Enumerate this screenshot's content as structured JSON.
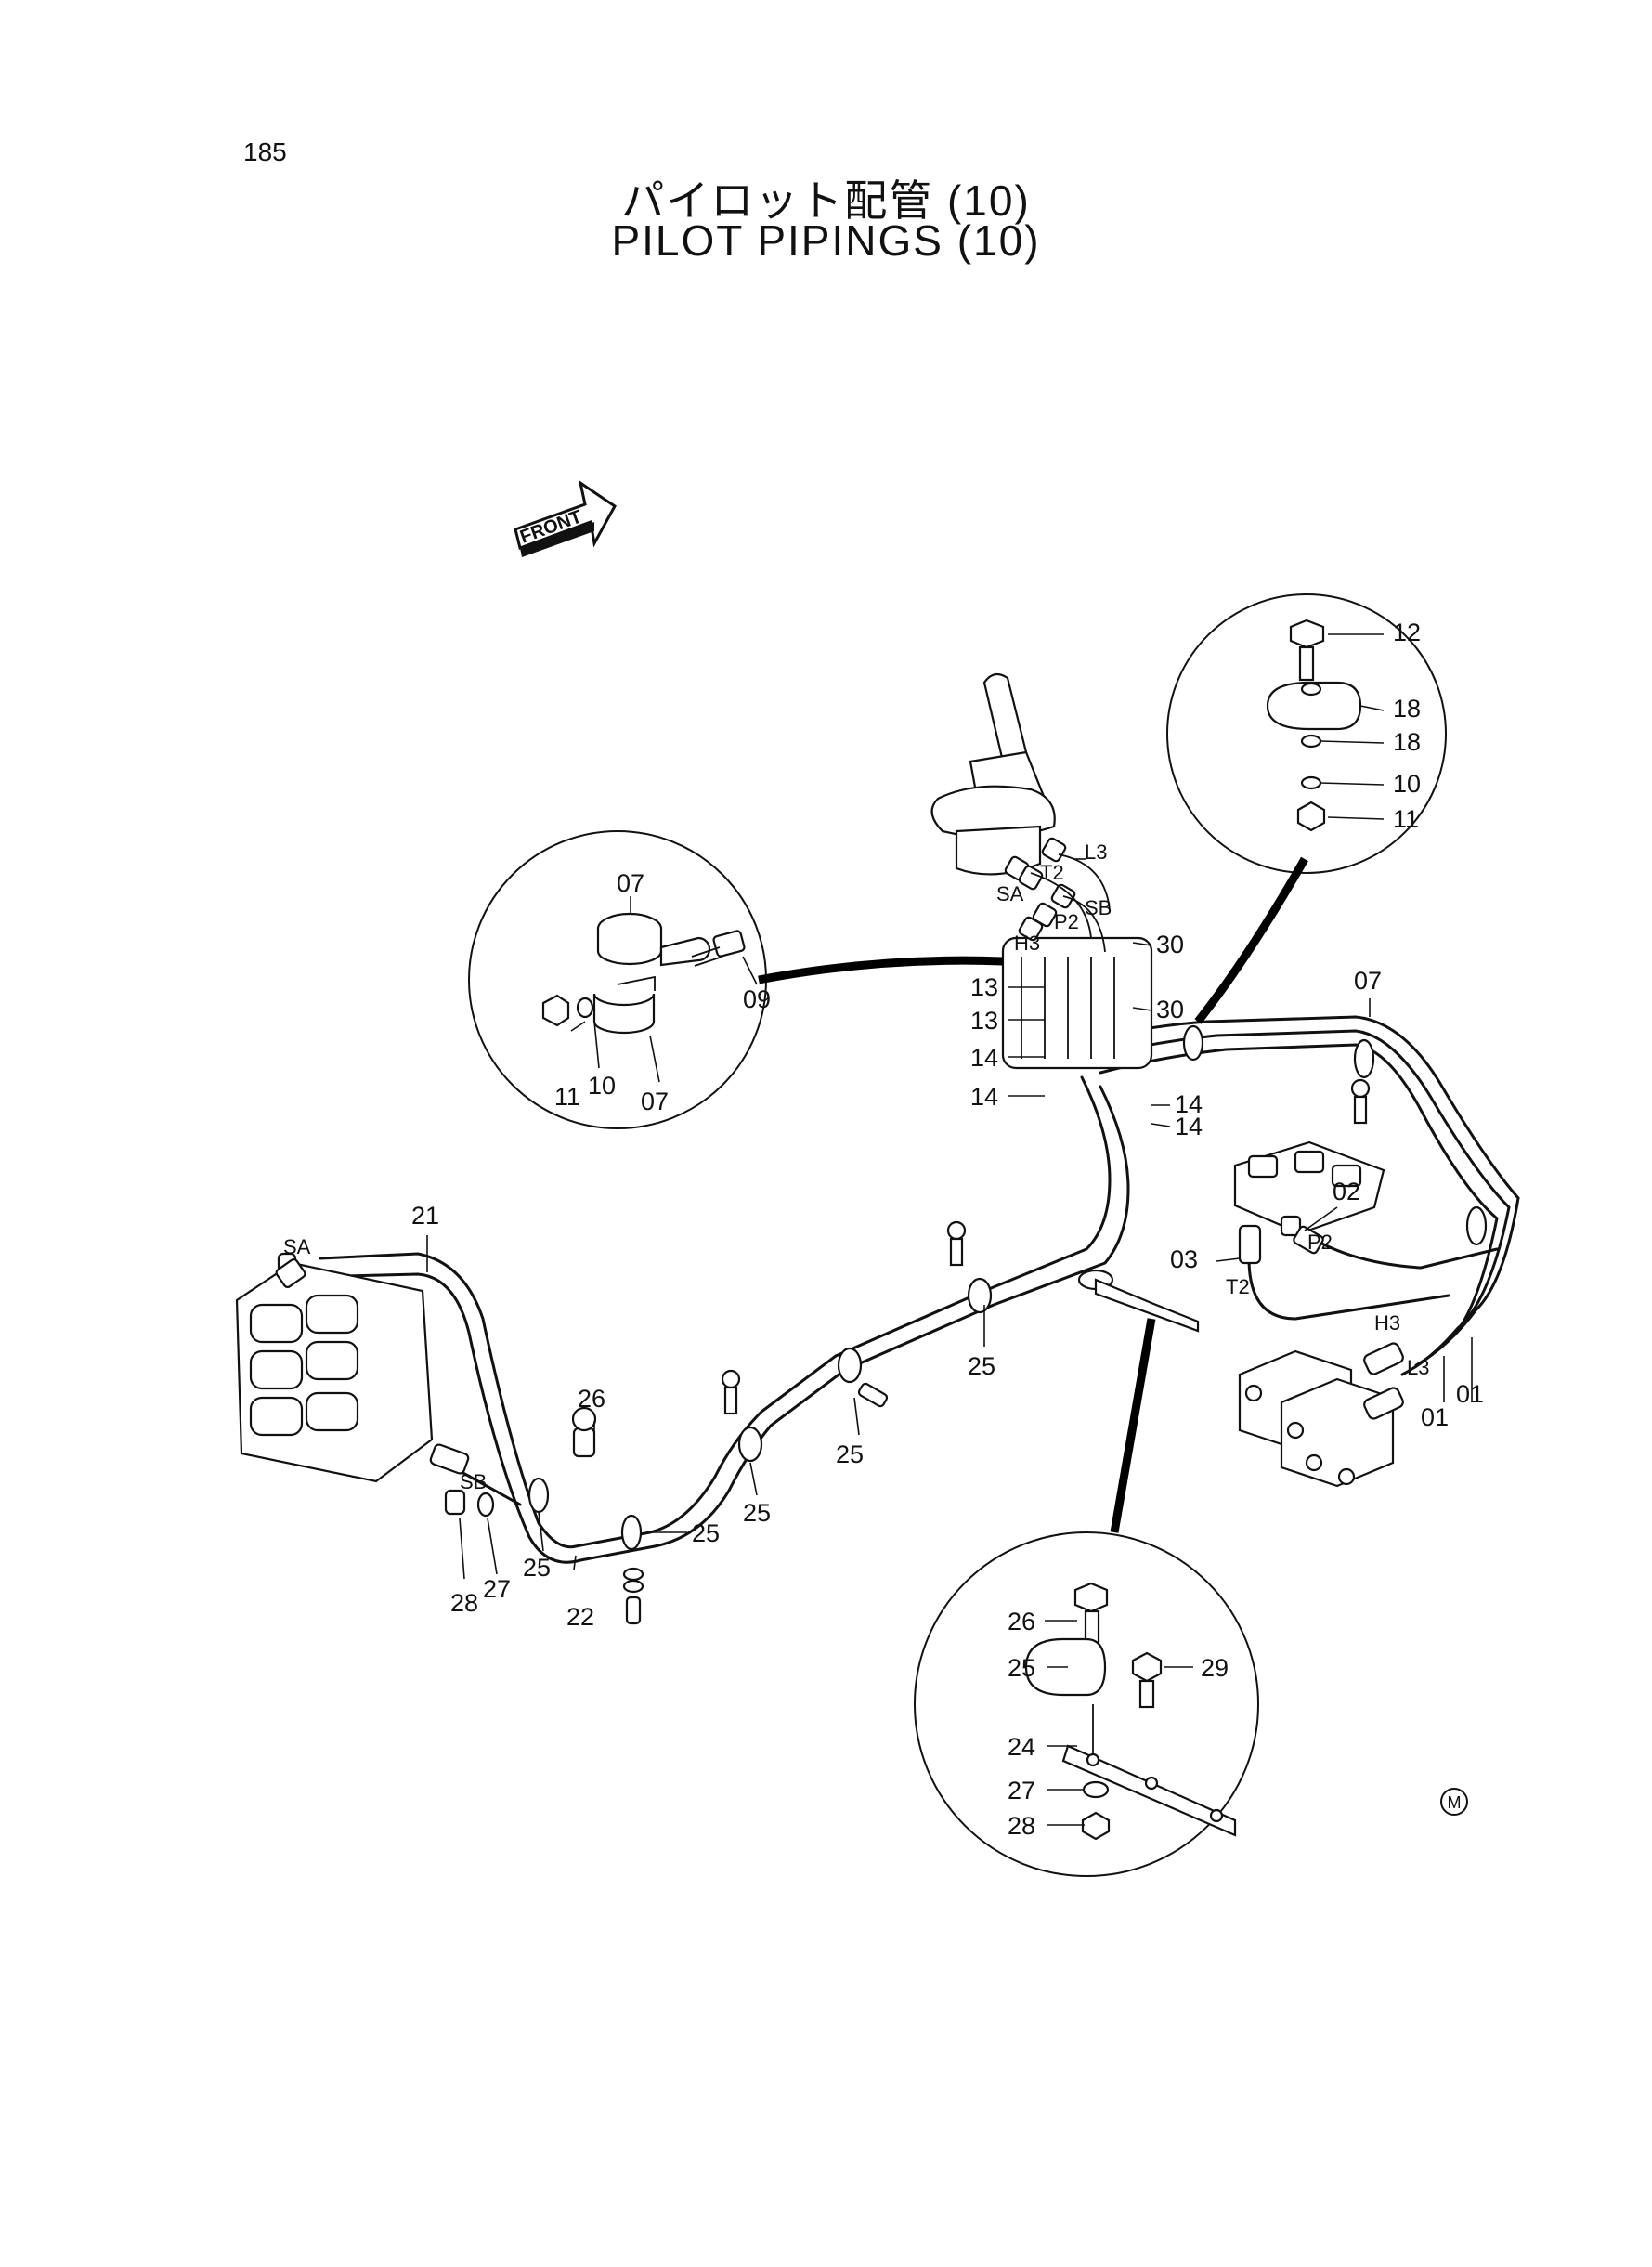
{
  "page_number": "185",
  "title_jp": "パイロット配管 (10)",
  "title_en": "PILOT PIPINGS (10)",
  "front_label": "FRONT",
  "mark": "M",
  "parts": {
    "p01": "01",
    "p02": "02",
    "p03": "03",
    "p07": "07",
    "p09": "09",
    "p10": "10",
    "p11": "11",
    "p12": "12",
    "p13": "13",
    "p14": "14",
    "p18": "18",
    "p21": "21",
    "p22": "22",
    "p24": "24",
    "p25": "25",
    "p26": "26",
    "p27": "27",
    "p28": "28",
    "p29": "29",
    "p30": "30"
  },
  "ports": {
    "L3": "L3",
    "T2": "T2",
    "SA": "SA",
    "SB": "SB",
    "P2": "P2",
    "H3": "H3"
  }
}
